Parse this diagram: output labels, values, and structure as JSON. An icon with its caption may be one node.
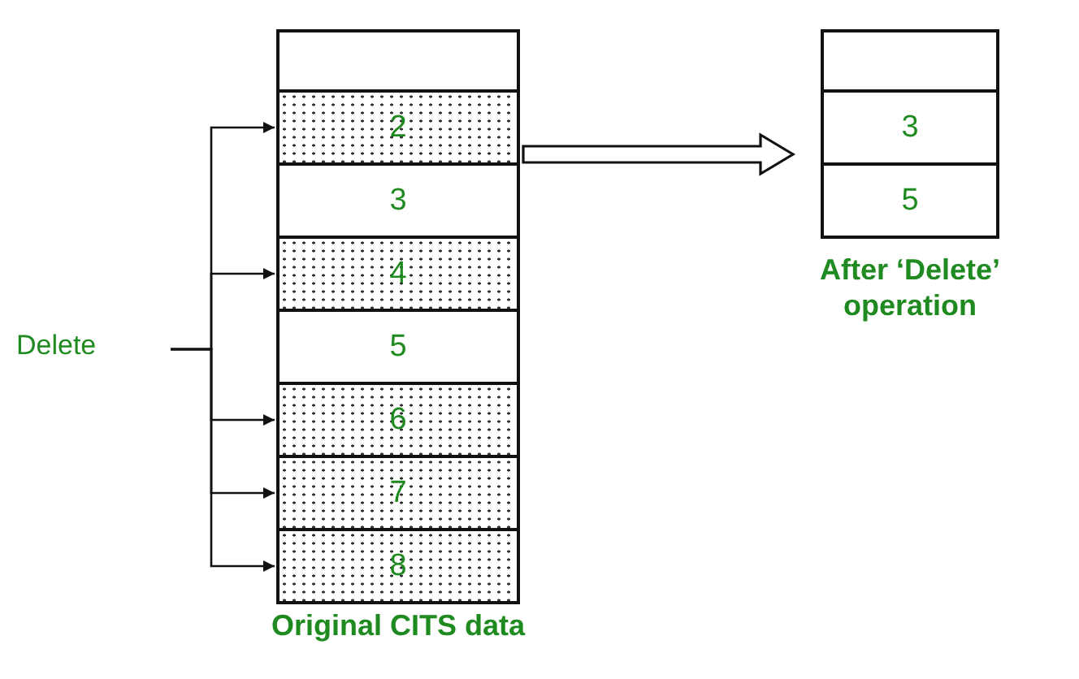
{
  "diagram": {
    "nodes": [
      {
        "text": [
          "Original CITS data"
        ]
      },
      {
        "text": [],
        "shape": "box",
        "in": 0
      },
      {
        "text": [
          "2"
        ],
        "in": 0
      },
      {
        "text": [
          "3"
        ],
        "in": 0
      },
      {
        "text": [
          "4"
        ],
        "in": 0
      },
      {
        "text": [
          "5"
        ],
        "in": 0
      },
      {
        "text": [
          "6"
        ],
        "in": 0
      },
      {
        "text": [
          "7"
        ],
        "in": 0
      },
      {
        "text": [
          "8"
        ],
        "in": 0
      },
      {
        "text": [
          "Delete"
        ]
      },
      {
        "text": [
          "After ‘Delete’ operation"
        ]
      },
      {
        "text": [],
        "shape": "box",
        "in": 10
      },
      {
        "text": [
          "3"
        ],
        "in": 10
      },
      {
        "text": [
          "5"
        ],
        "in": 10
      }
    ],
    "edges": [
      {
        "from": 9,
        "to": 2,
        "arrow": "to"
      },
      {
        "from": 9,
        "to": 4,
        "arrow": "to"
      },
      {
        "from": 9,
        "to": 6,
        "arrow": "to"
      },
      {
        "from": 9,
        "to": 7,
        "arrow": "to"
      },
      {
        "from": 9,
        "to": 8,
        "arrow": "to"
      },
      {
        "from": 0,
        "to": 10,
        "arrow": "to"
      }
    ]
  }
}
